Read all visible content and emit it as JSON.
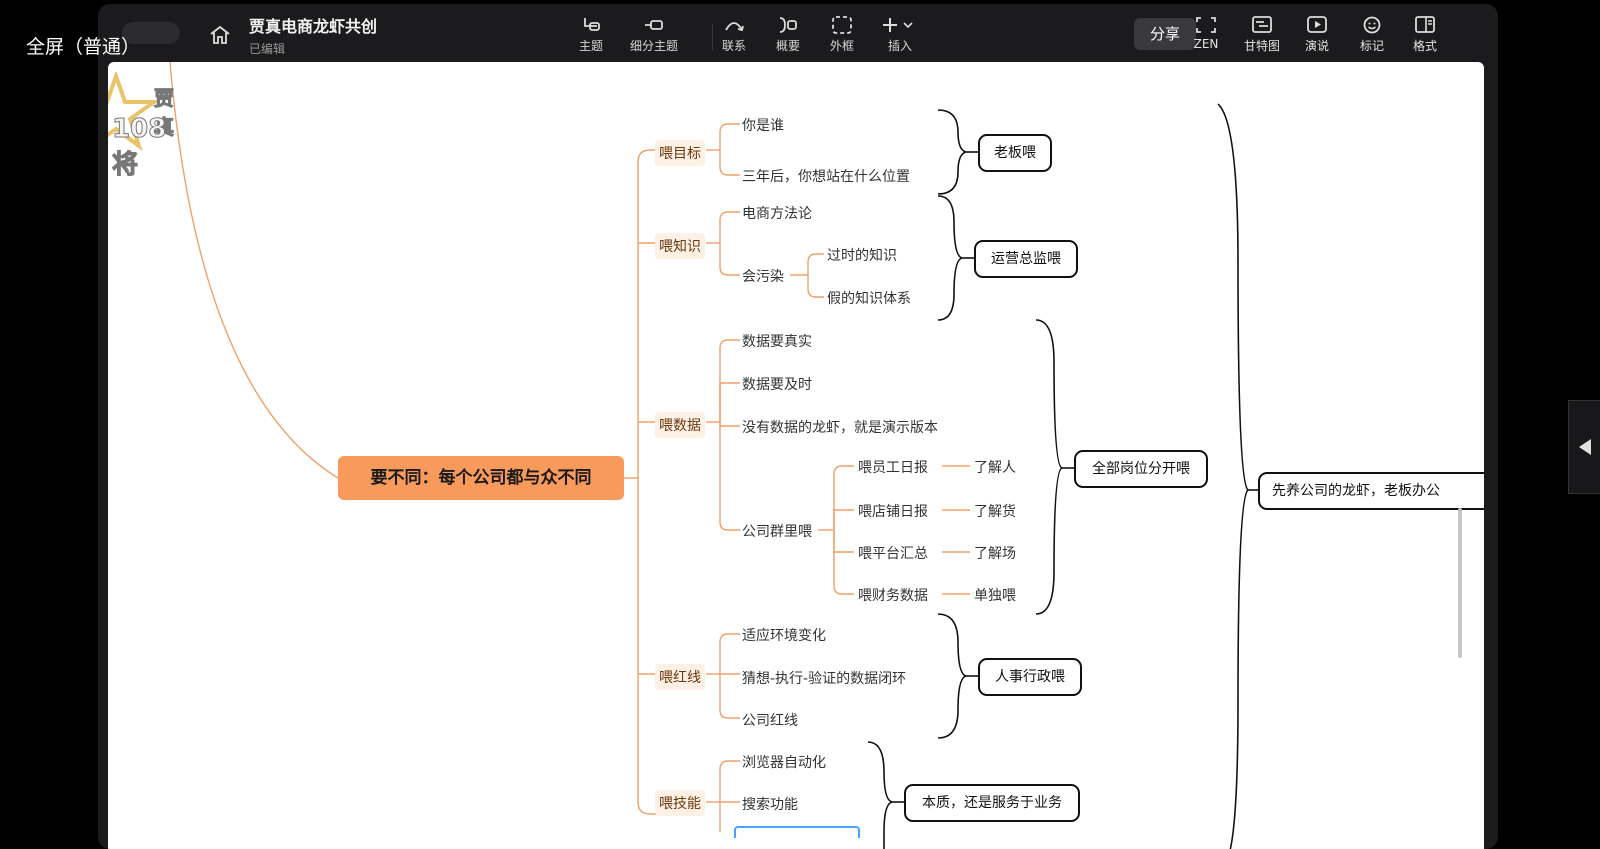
{
  "overlay": {
    "label": "全屏（普通）"
  },
  "header": {
    "title": "贾真电商龙虾共创",
    "status": "已编辑",
    "share_label": "分享"
  },
  "toolbar": {
    "items": [
      {
        "label": "主题",
        "icon": "topic-icon"
      },
      {
        "label": "细分主题",
        "icon": "subtopic-icon"
      },
      {
        "label": "联系",
        "icon": "relationship-icon"
      },
      {
        "label": "概要",
        "icon": "summary-icon"
      },
      {
        "label": "外框",
        "icon": "boundary-icon"
      },
      {
        "label": "插入",
        "icon": "insert-icon"
      }
    ],
    "right_items": [
      {
        "label": "ZEN",
        "icon": "zen-icon"
      },
      {
        "label": "甘特图",
        "icon": "gantt-icon"
      },
      {
        "label": "演说",
        "icon": "pitch-icon"
      },
      {
        "label": "标记",
        "icon": "marker-icon"
      },
      {
        "label": "格式",
        "icon": "format-icon"
      }
    ]
  },
  "logo": {
    "top": "贾真",
    "bottom": "108将"
  },
  "mindmap": {
    "root": "要不同：每个公司都与众不同",
    "branches": [
      {
        "label": "喂目标",
        "children": [
          "你是谁",
          "三年后，你想站在什么位置"
        ],
        "summary": "老板喂"
      },
      {
        "label": "喂知识",
        "children": [
          "电商方法论",
          "会污染"
        ],
        "grandchildren": [
          "过时的知识",
          "假的知识体系"
        ],
        "summary": "运营总监喂"
      },
      {
        "label": "喂数据",
        "children": [
          "数据要真实",
          "数据要及时",
          "没有数据的龙虾，就是演示版本",
          "公司群里喂"
        ],
        "grandchildren": [
          "喂员工日报",
          "喂店铺日报",
          "喂平台汇总",
          "喂财务数据"
        ],
        "leaves": [
          "了解人",
          "了解货",
          "了解场",
          "单独喂"
        ],
        "summary": "全部岗位分开喂"
      },
      {
        "label": "喂红线",
        "children": [
          "适应环境变化",
          "猜想-执行-验证的数据闭环",
          "公司红线"
        ],
        "summary": "人事行政喂"
      },
      {
        "label": "喂技能",
        "children": [
          "浏览器自动化",
          "搜索功能"
        ],
        "summary": "本质，还是服务于业务"
      }
    ],
    "big_summary": "先养公司的龙虾，老板办公"
  }
}
